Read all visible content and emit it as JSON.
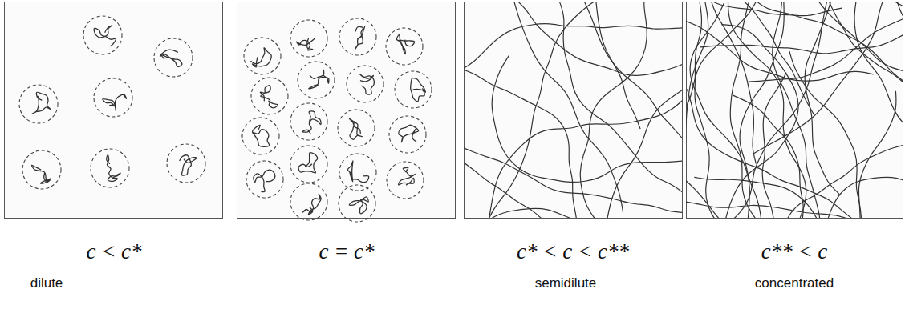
{
  "diagram": {
    "labels": [
      "c < c*",
      "dilute",
      "c = c*",
      "c* < c < c**",
      "semidilute",
      "c** < c",
      "concentrated"
    ]
  }
}
